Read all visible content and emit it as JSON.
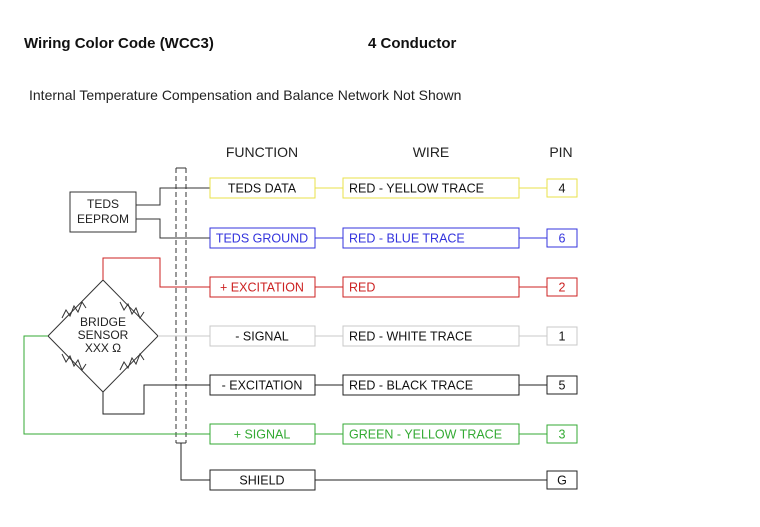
{
  "title": "Wiring Color Code (WCC3)",
  "conductor": "4 Conductor",
  "subtitle": "Internal Temperature Compensation and Balance Network Not Shown",
  "columns": {
    "function": "FUNCTION",
    "wire": "WIRE",
    "pin": "PIN"
  },
  "teds_label_1": "TEDS",
  "teds_label_2": "EEPROM",
  "sensor_label_1": "BRIDGE",
  "sensor_label_2": "SENSOR",
  "sensor_label_3": "XXX Ω",
  "colors": {
    "yellow": "#e8e24a",
    "blue": "#3333dd",
    "red": "#cc2222",
    "white": "#c8c8c8",
    "black": "#222222",
    "green": "#33aa33"
  },
  "rows": [
    {
      "function": "TEDS DATA",
      "wire": "RED - YELLOW TRACE",
      "pin": "4",
      "color": "#e8e24a",
      "text_color": "#111111"
    },
    {
      "function": "TEDS GROUND",
      "wire": "RED - BLUE TRACE",
      "pin": "6",
      "color": "#3333dd",
      "text_color": "#3333dd"
    },
    {
      "function": "+ EXCITATION",
      "wire": "RED",
      "pin": "2",
      "color": "#cc2222",
      "text_color": "#cc2222"
    },
    {
      "function": "- SIGNAL",
      "wire": "RED - WHITE TRACE",
      "pin": "1",
      "color": "#c8c8c8",
      "text_color": "#111111"
    },
    {
      "function": "- EXCITATION",
      "wire": "RED - BLACK TRACE",
      "pin": "5",
      "color": "#222222",
      "text_color": "#111111"
    },
    {
      "function": "+ SIGNAL",
      "wire": "GREEN - YELLOW TRACE",
      "pin": "3",
      "color": "#33aa33",
      "text_color": "#33aa33"
    },
    {
      "function": "SHIELD",
      "wire": "",
      "pin": "G",
      "color": "#222222",
      "text_color": "#111111"
    }
  ]
}
